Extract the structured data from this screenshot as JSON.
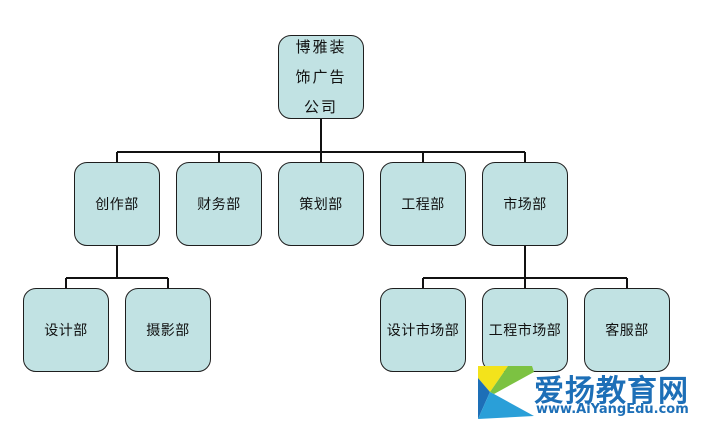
{
  "org": {
    "root": "博雅装饰广告公司",
    "departments": [
      {
        "label": "创作部",
        "children": [
          "设计部",
          "摄影部"
        ]
      },
      {
        "label": "财务部",
        "children": []
      },
      {
        "label": "策划部",
        "children": []
      },
      {
        "label": "工程部",
        "children": []
      },
      {
        "label": "市场部",
        "children": [
          "设计市场部",
          "工程市场部",
          "客服部"
        ]
      }
    ]
  },
  "colors": {
    "node_fill": "#c1e2e3",
    "node_border": "#1e1e1e",
    "connector": "#111111",
    "watermark_blue": "#1d6fb7",
    "watermark_yellow": "#f3e31b",
    "watermark_green": "#7cc242"
  },
  "watermark": {
    "title": "爱扬教育网",
    "url": "www.AiYangEdu.com"
  }
}
